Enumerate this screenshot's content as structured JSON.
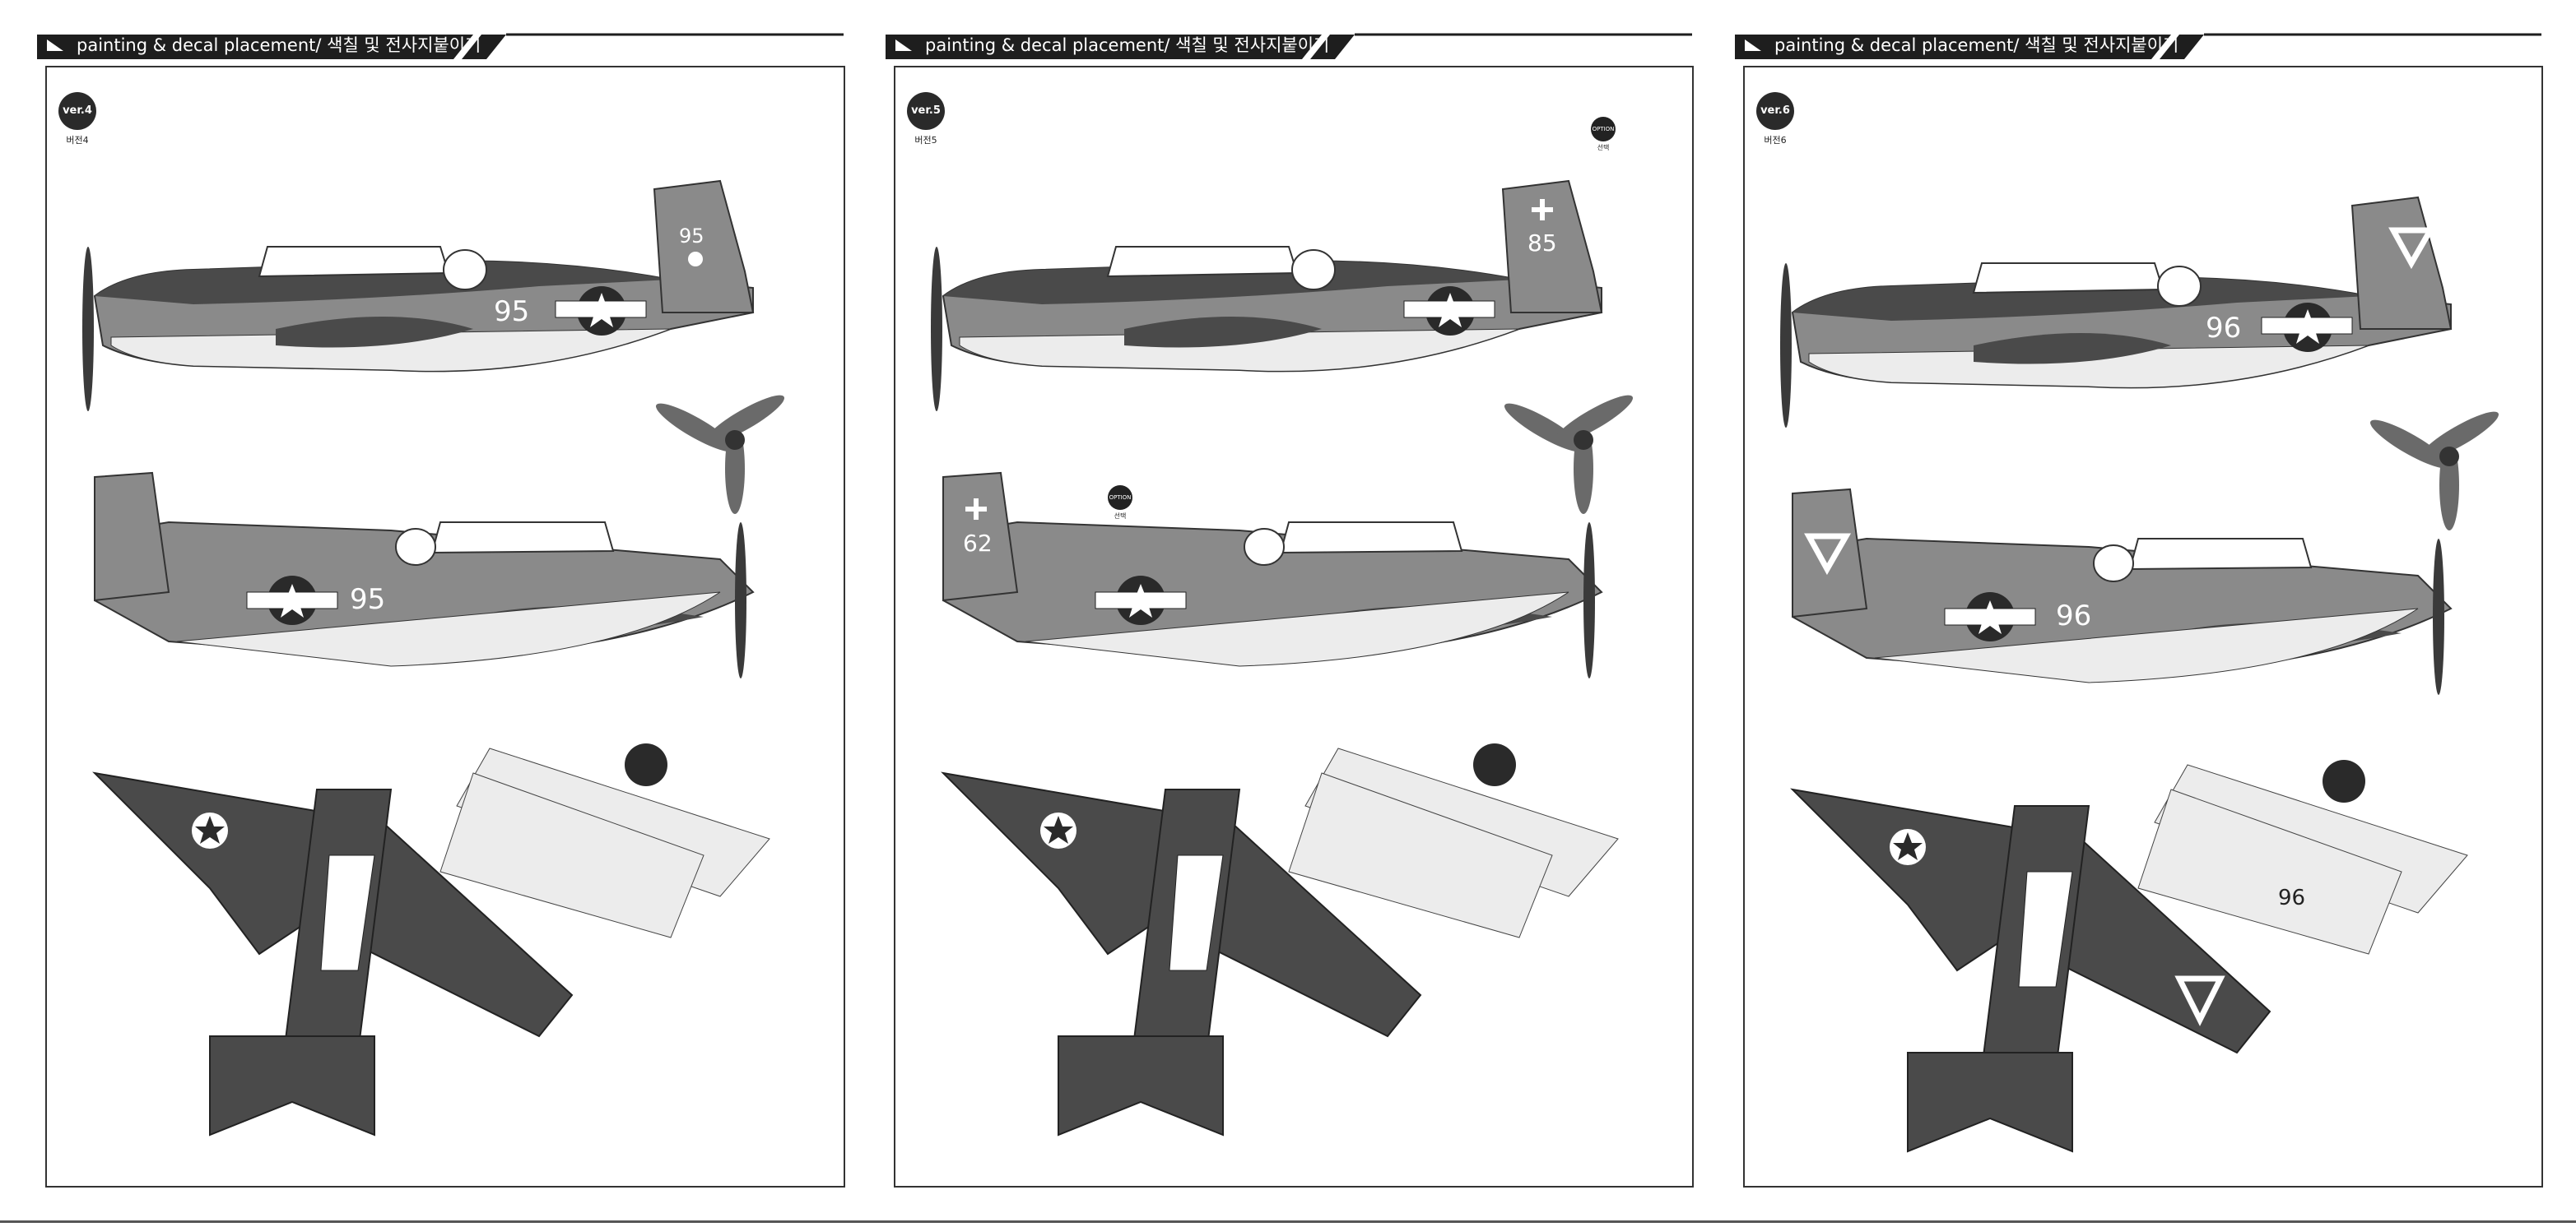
{
  "banner": {
    "title": "painting & decal placement/ 색칠 및 전사지붙이기"
  },
  "panels": [
    {
      "badge": "ver.4",
      "sub": "버전4",
      "fuselage_code": "95",
      "tail_code": "95",
      "tail_mark": "dot",
      "option": null,
      "wing_code": ""
    },
    {
      "badge": "ver.5",
      "sub": "버전5",
      "fuselage_code": "",
      "tail_code": "85",
      "tail_code_lower": "62",
      "tail_mark": "cross",
      "option": {
        "label": "OPTION",
        "sub": "선택"
      },
      "wing_code": ""
    },
    {
      "badge": "ver.6",
      "sub": "버전6",
      "fuselage_code": "96",
      "tail_code": "",
      "tail_mark": "triangle",
      "option": null,
      "wing_code": "96"
    }
  ],
  "colors": {
    "dark": "#4a4a4a",
    "mid": "#8a8a8a",
    "light": "#cfcfcf",
    "pale": "#ececec",
    "banner": "#1e1e1e"
  }
}
